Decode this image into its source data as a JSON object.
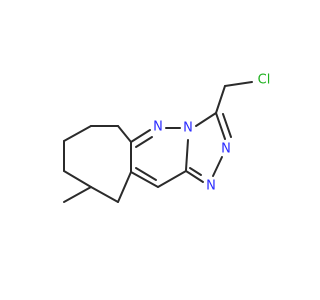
{
  "atoms": {
    "n_ring_left": "N",
    "n_bridge": "N",
    "n_triazole_right": "N",
    "n_triazole_bottom": "N",
    "cl": "Cl"
  },
  "colors": {
    "bond": "#2b2b2b",
    "nitrogen": "#2b2bff",
    "chlorine": "#1fb11f",
    "background": "#ffffff"
  }
}
